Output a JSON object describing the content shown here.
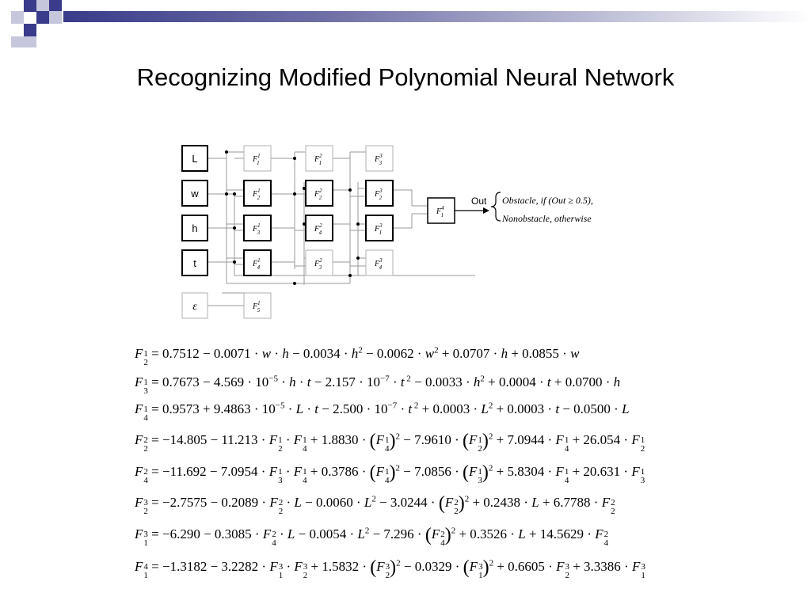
{
  "title": "Recognizing Modified Polynomial Neural Network",
  "inputs": [
    "L",
    "w",
    "h",
    "t"
  ],
  "epsilon": "ε",
  "layer1": [
    "F11",
    "F21",
    "F31",
    "F41",
    "F51"
  ],
  "output_label": "Out",
  "decision": {
    "line1": "Obstacle, if (Out ≥ 0.5),",
    "line2": "Nonobstacle, otherwise"
  },
  "colors": {
    "bar_dark": "#3a3b8a",
    "sq_dark": "#3a3b8a",
    "sq_light": "#b9b9d4"
  },
  "equations": [
    "F_2^1 = 0.7512 − 0.0071·w·h − 0.0034·h^2 − 0.0062·w^2 + 0.0707·h + 0.0855·w",
    "F_3^1 = 0.7673 − 4.569·10^−5·h·t − 2.157·10^−7·t^2 − 0.0033·h^2 + 0.0004·t + 0.0700·h",
    "F_4^1 = 0.9573 + 9.4863·10^−5·L·t − 2.500·10^−7·t^2 + 0.0003·L^2 + 0.0003·t − 0.0500·L",
    "F_2^2 = −14.805 − 11.213·F_2^1·F_4^1 + 1.8830·(F_4^1)^2 − 7.9610·(F_2^1)^2 + 7.0944·F_4^1 + 26.054·F_2^1",
    "F_4^2 = −11.692 − 7.0954·F_3^1·F_4^1 + 0.3786·(F_4^1)^2 − 7.0856·(F_3^1)^2 + 5.8304·F_4^1 + 20.631·F_3^1",
    "F_2^3 = −2.7575 − 0.2089·F_2^2·L − 0.0060·L^2 − 3.0244·(F_2^2)^2 + 0.2438·L + 6.7788·F_2^2",
    "F_1^3 = −6.290 − 0.3085·F_4^2·L − 0.0054·L^2 − 7.296·(F_4^2)^2 + 0.3526·L + 14.5629·F_4^2",
    "F_1^4 = −1.3182 − 3.2282·F_1^3·F_2^3 + 1.5832·(F_2^3)^2 − 0.0329·(F_1^3)^2 + 0.6605·F_2^3 + 3.3386·F_1^3"
  ]
}
